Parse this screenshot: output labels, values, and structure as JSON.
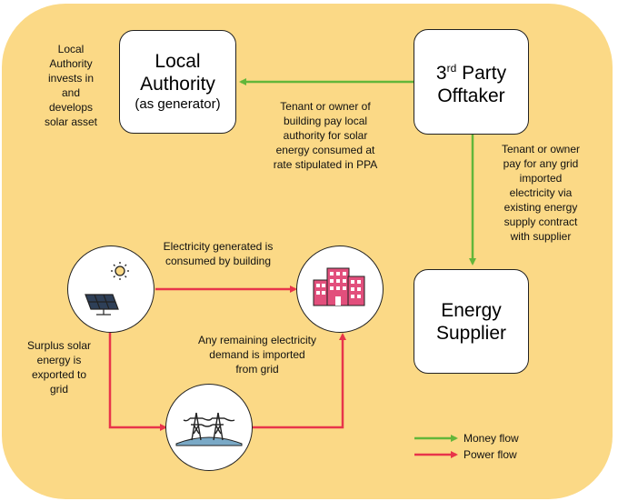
{
  "boxes": {
    "local_authority": {
      "line1": "Local",
      "line2": "Authority",
      "line3": "(as generator)"
    },
    "offtaker": {
      "prefix": "3",
      "sup": "rd",
      "suffix": " Party",
      "line2": "Offtaker"
    },
    "energy_supplier": {
      "line1": "Energy",
      "line2": "Supplier"
    }
  },
  "annotations": {
    "local_authority_note": [
      "Local",
      "Authority",
      "invests in",
      "and",
      "develops",
      "solar asset"
    ],
    "tenant_pay_local": [
      "Tenant or owner of",
      "building pay local",
      "authority for solar",
      "energy consumed at",
      "rate stipulated in PPA"
    ],
    "tenant_pay_grid": [
      "Tenant or owner",
      "pay for any grid",
      "imported",
      "electricity via",
      "existing energy",
      "supply contract",
      "with supplier"
    ],
    "electricity_generated": [
      "Electricity generated is",
      "consumed by building"
    ],
    "remaining_demand": [
      "Any remaining electricity",
      "demand is imported",
      "from grid"
    ],
    "surplus_solar": [
      "Surplus solar",
      "energy is",
      "exported to",
      "grid"
    ]
  },
  "legend": {
    "money": {
      "label": "Money flow",
      "color": "#62b63a"
    },
    "power": {
      "label": "Power flow",
      "color": "#e8344a"
    }
  },
  "icons": {
    "solar": "solar-panel-sun-icon",
    "building": "building-icon",
    "grid": "pylon-icon"
  }
}
